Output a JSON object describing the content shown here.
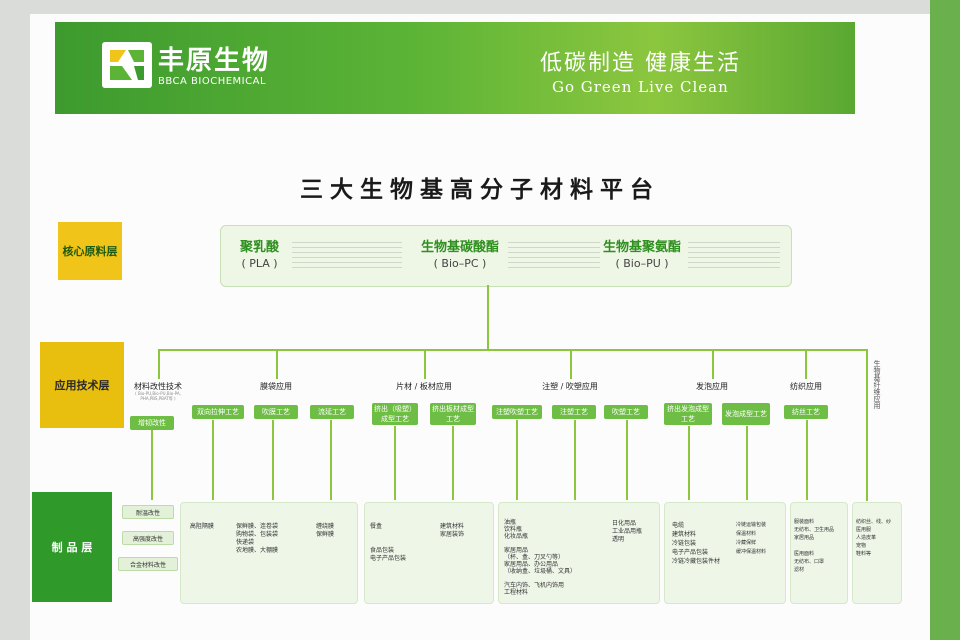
{
  "brand": {
    "name_cn": "丰原生物",
    "name_en": "BBCA BIOCHEMICAL",
    "slogan_cn": "低碳制造  健康生活",
    "slogan_en": "Go Green    Live Clean",
    "green": "#5cb436",
    "yellow": "#f0c419",
    "dark_green": "#2f9a2a"
  },
  "title": "三大生物基高分子材料平台",
  "layers": {
    "core": "核心原料层",
    "app": "应用技术层",
    "product": "制  品  层"
  },
  "materials": [
    {
      "name": "聚乳酸",
      "abbr": "( PLA )"
    },
    {
      "name": "生物基碳酸酯",
      "abbr": "( Bio–PC )"
    },
    {
      "name": "生物基聚氨酯",
      "abbr": "( Bio–PU )"
    }
  ],
  "applications": [
    {
      "title": "材料改性技术",
      "sub": "( Bio-PU,Bio-PU,Bio-PA, PHA,PBS,PBAT等 )",
      "techs": [
        "增韧改性"
      ]
    },
    {
      "title": "膜袋应用",
      "techs": [
        "双向拉伸工艺",
        "吹膜工艺",
        "流延工艺"
      ]
    },
    {
      "title": "片材 / 板材应用",
      "techs": [
        "挤出（吸塑）成型工艺",
        "挤出板材成型工艺"
      ]
    },
    {
      "title": "注塑 / 吹塑应用",
      "techs": [
        "注塑吹塑工艺",
        "注塑工艺",
        "吹塑工艺"
      ]
    },
    {
      "title": "发泡应用",
      "techs": [
        "挤出发泡成型工艺",
        "发泡成型工艺"
      ]
    },
    {
      "title": "纺织应用",
      "techs": [
        "纺丝工艺"
      ]
    }
  ],
  "side_label": "生物基纤维应用",
  "modify_products": [
    "耐温改性",
    "高强度改性",
    "合金材料改性"
  ],
  "product_groups": [
    {
      "texts": [
        "高阻隔膜",
        "",
        "",
        "",
        ""
      ],
      "texts2": [
        "保鲜膜、连卷袋",
        "购物袋、包装袋",
        "快递袋",
        "",
        "农地膜、大棚膜"
      ],
      "texts3": [
        "缠绕膜",
        "保鲜膜"
      ]
    },
    {
      "texts": [
        "餐盒",
        "",
        "食品包装",
        "电子产品包装"
      ],
      "texts2": [
        "建筑材料",
        "家居装饰"
      ]
    },
    {
      "texts": [
        "油瓶",
        "饮料瓶",
        "化妆品瓶",
        "",
        "家居用品",
        "（杯、盒、刀叉勺等）",
        "家居用品、办公用品",
        "（收纳盒、垃圾桶、文具）",
        "",
        "汽车内饰、飞机内饰用",
        "工程材料"
      ],
      "texts2": [
        "日化用品",
        "工业品用瓶",
        "透明"
      ]
    },
    {
      "texts": [
        "电缆",
        "建筑材料",
        "冷链包装",
        "电子产品包装",
        "冷链冷藏包装件材"
      ],
      "texts2": [
        "冷链运输包装",
        "保温材料",
        "冷藏保鲜",
        "缓冲保温材料"
      ]
    },
    {
      "texts": [
        "服装面料",
        "无纺布、卫生用品",
        "家居用品",
        "",
        "医用面料",
        "无纺布、口罩",
        "滤材"
      ]
    },
    {
      "texts": [
        "纺织丝、线、纱",
        "医用服",
        "人造皮革",
        "宠物",
        "鞋料等"
      ]
    }
  ]
}
